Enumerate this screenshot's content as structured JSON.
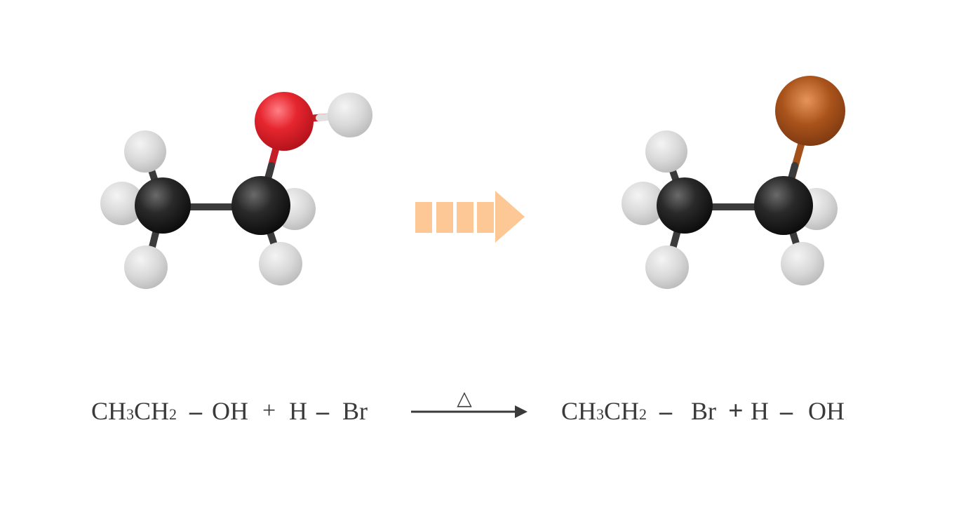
{
  "reactant_molecule": {
    "name": "ethanol",
    "atoms": [
      "C",
      "C",
      "O",
      "H",
      "H",
      "H",
      "H",
      "H",
      "H"
    ]
  },
  "product_molecule": {
    "name": "bromoethane",
    "atoms": [
      "C",
      "C",
      "Br",
      "H",
      "H",
      "H",
      "H",
      "H"
    ]
  },
  "transition_arrow": {
    "color": "#fdc895"
  },
  "equation": {
    "reactant1": {
      "a": "CH",
      "sub1": "3",
      "b": "CH",
      "sub2": "2",
      "bond": "–",
      "group": "OH"
    },
    "plus1": "+",
    "reactant2": {
      "h": "H",
      "bond": "–",
      "x": "Br"
    },
    "condition_symbol": "△",
    "product1": {
      "a": "CH",
      "sub1": "3",
      "b": "CH",
      "sub2": "2",
      "bond": "–",
      "group": "Br"
    },
    "plus2": "+",
    "product2": {
      "h": "H",
      "bond": "–",
      "x": "OH"
    }
  },
  "atom_colors": {
    "carbon": "#1e1e1e",
    "hydrogen": "#d6d6d6",
    "oxygen": "#e0232c",
    "bromine": "#a3501b"
  }
}
